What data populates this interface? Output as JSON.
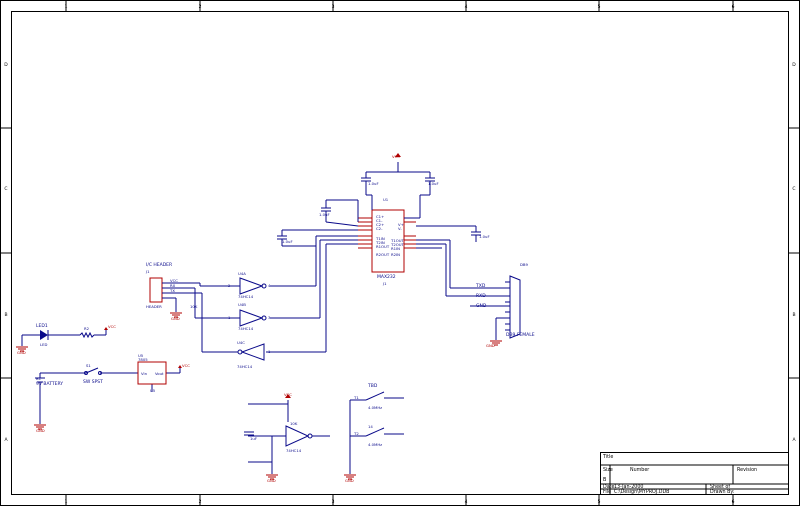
{
  "border": {
    "top_zones": [
      "1",
      "2",
      "3",
      "4",
      "5",
      "6"
    ],
    "side_zones": [
      "D",
      "C",
      "B",
      "A"
    ]
  },
  "colors": {
    "wire": "#0a0a8a",
    "component": "#b00000",
    "chip_fill": "#fff9c8",
    "frame": "#000000"
  },
  "labels": {
    "vcc": "VCC",
    "gnd": "GND",
    "u1": "U1",
    "u1_part": "MAX232",
    "u1_ref": "J1",
    "c1": "1.0uF",
    "c2": "1.0uF",
    "c3": "1.0uF",
    "c4": "1.0uF",
    "c5": "1.0uF",
    "j1_title": "I/C HEADER",
    "j1": "J1",
    "j1_part": "HEADER",
    "r1": "10K",
    "inv1": "U4A",
    "inv1_part": "74HC14",
    "inv2": "U4B",
    "inv2_part": "74HC14",
    "inv3": "U4C",
    "inv3_part": "74HC14",
    "led": "LED1",
    "led_val": "LED",
    "r2": "R2",
    "bat": "B1",
    "bat_val": "9V BATTERY",
    "sw": "S1",
    "sw_val": "SW SPST",
    "reg": "U5",
    "reg_part": "7805",
    "reg_ref": "U5",
    "r3": "10K",
    "c6": "1uF",
    "reset_part": "74HC14",
    "osc": "TBD",
    "osc1": "4.0MHz",
    "osc2_pin": "14",
    "osc2": "4.0MHz",
    "t1": "T1",
    "t2": "T2",
    "db9": "DB9",
    "db9_part": "DB9 FEMALE"
  },
  "pins": {
    "c1p": "C1+",
    "c1n": "C1-",
    "c2p": "C2+",
    "c2n": "C2-",
    "t1in": "T1IN",
    "t2in": "T2IN",
    "r1out": "R1OUT",
    "r2out": "R2OUT",
    "t1out": "T1OUT",
    "t2out": "T2OUT",
    "r1in": "R1IN",
    "r2in": "R2IN",
    "vplus": "V+",
    "vminus": "V-",
    "j_vcc": "VCC",
    "j_rx": "RX",
    "j_tx": "TX",
    "vin": "Vin",
    "vout": "Vout"
  },
  "nets": {
    "txd": "TXD",
    "rxd": "RXD",
    "gnd": "GND"
  },
  "title_block": {
    "title_label": "Title",
    "size_label": "Size",
    "size_value": "B",
    "number_label": "Number",
    "revision_label": "Revision",
    "date_label": "Date",
    "date_value": "13-Jan-2000",
    "sheet_label": "Sheet of",
    "file_label": "File",
    "file_value": "C:\\Design\\MYPROJ.DDB",
    "drawn_by_label": "Drawn By:"
  }
}
